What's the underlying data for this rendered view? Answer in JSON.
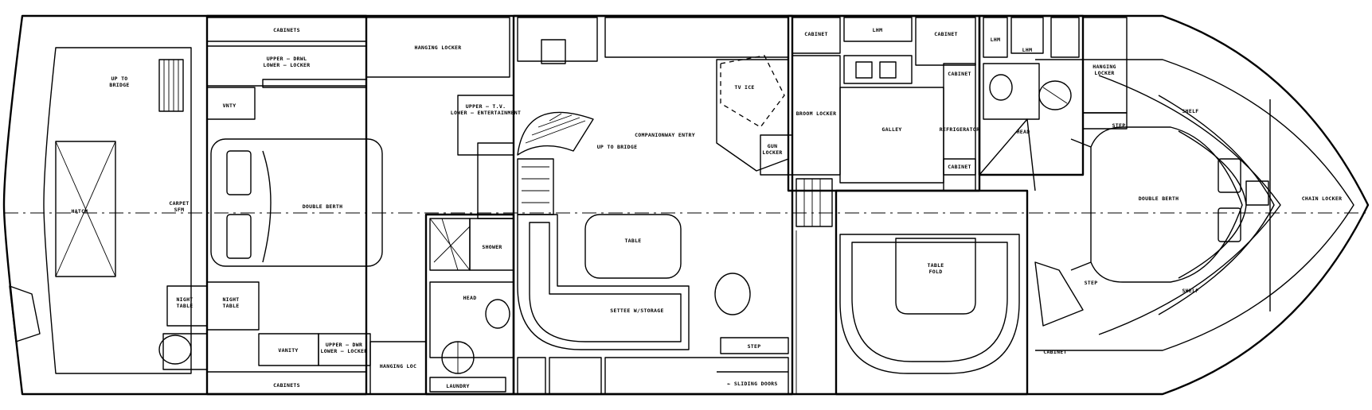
{
  "labels": {
    "up_to_bridge": "UP TO\nBRIDGE",
    "hatch": "HATCH",
    "carpet_sfm": "CARPET\nSFM",
    "cabinets_top": "CABINETS",
    "upper_lower_1": "UPPER — DRWL\nLOWER — LOCKER",
    "hanging_locker_top": "HANGING LOCKER",
    "vanity_top": "VNTY",
    "double_berth_aft": "DOUBLE BERTH",
    "night_table_1": "NIGHT\nTABLE",
    "night_table_2": "NIGHT\nTABLE",
    "vanity": "VANITY",
    "upper_lower_2": "UPPER — DWR\nLOWER — LOCKER",
    "hanging_loc": "HANGING LOC",
    "cabinets_bottom": "CABINETS",
    "upper_tv": "UPPER — T.V.\nLOWER — ENTERTAINMENT",
    "shower": "SHOWER",
    "head_aft": "HEAD",
    "laundry": "LAUNDRY",
    "up_to_bridge_2": "UP TO BRIDGE",
    "tv_ice": "TV ICE",
    "companionway": "COMPANIONWAY ENTRY",
    "gun_locker": "GUN\nLOCKER",
    "table_fwd": "TABLE",
    "settee": "SETTEE W/STORAGE",
    "step_1": "STEP",
    "sliding_doors": "← SLIDING DOORS",
    "cabinet_1": "CABINET",
    "lhm": "LHM",
    "cabinet_2": "CABINET",
    "cabinet_3": "CABINET",
    "broom_locker": "BROOM LOCKER",
    "galley": "GALLEY",
    "refrigerator": "REFRIGERATOR",
    "cabinet_4": "CABINET",
    "table_dinette": "TABLE\nFOLD",
    "lhm_2": "LHM",
    "lhm_3": "LHM",
    "head_fwd": "HEAD",
    "hanging_locker_fwd": "HANGING\nLOCKER",
    "step_2": "STEP",
    "double_berth_fwd": "DOUBLE BERTH",
    "chain_locker": "CHAIN LOCKER",
    "shelf_1": "SHELF",
    "shelf_2": "SHELF",
    "step_3": "STEP",
    "cabinet_5": "CABINET"
  }
}
